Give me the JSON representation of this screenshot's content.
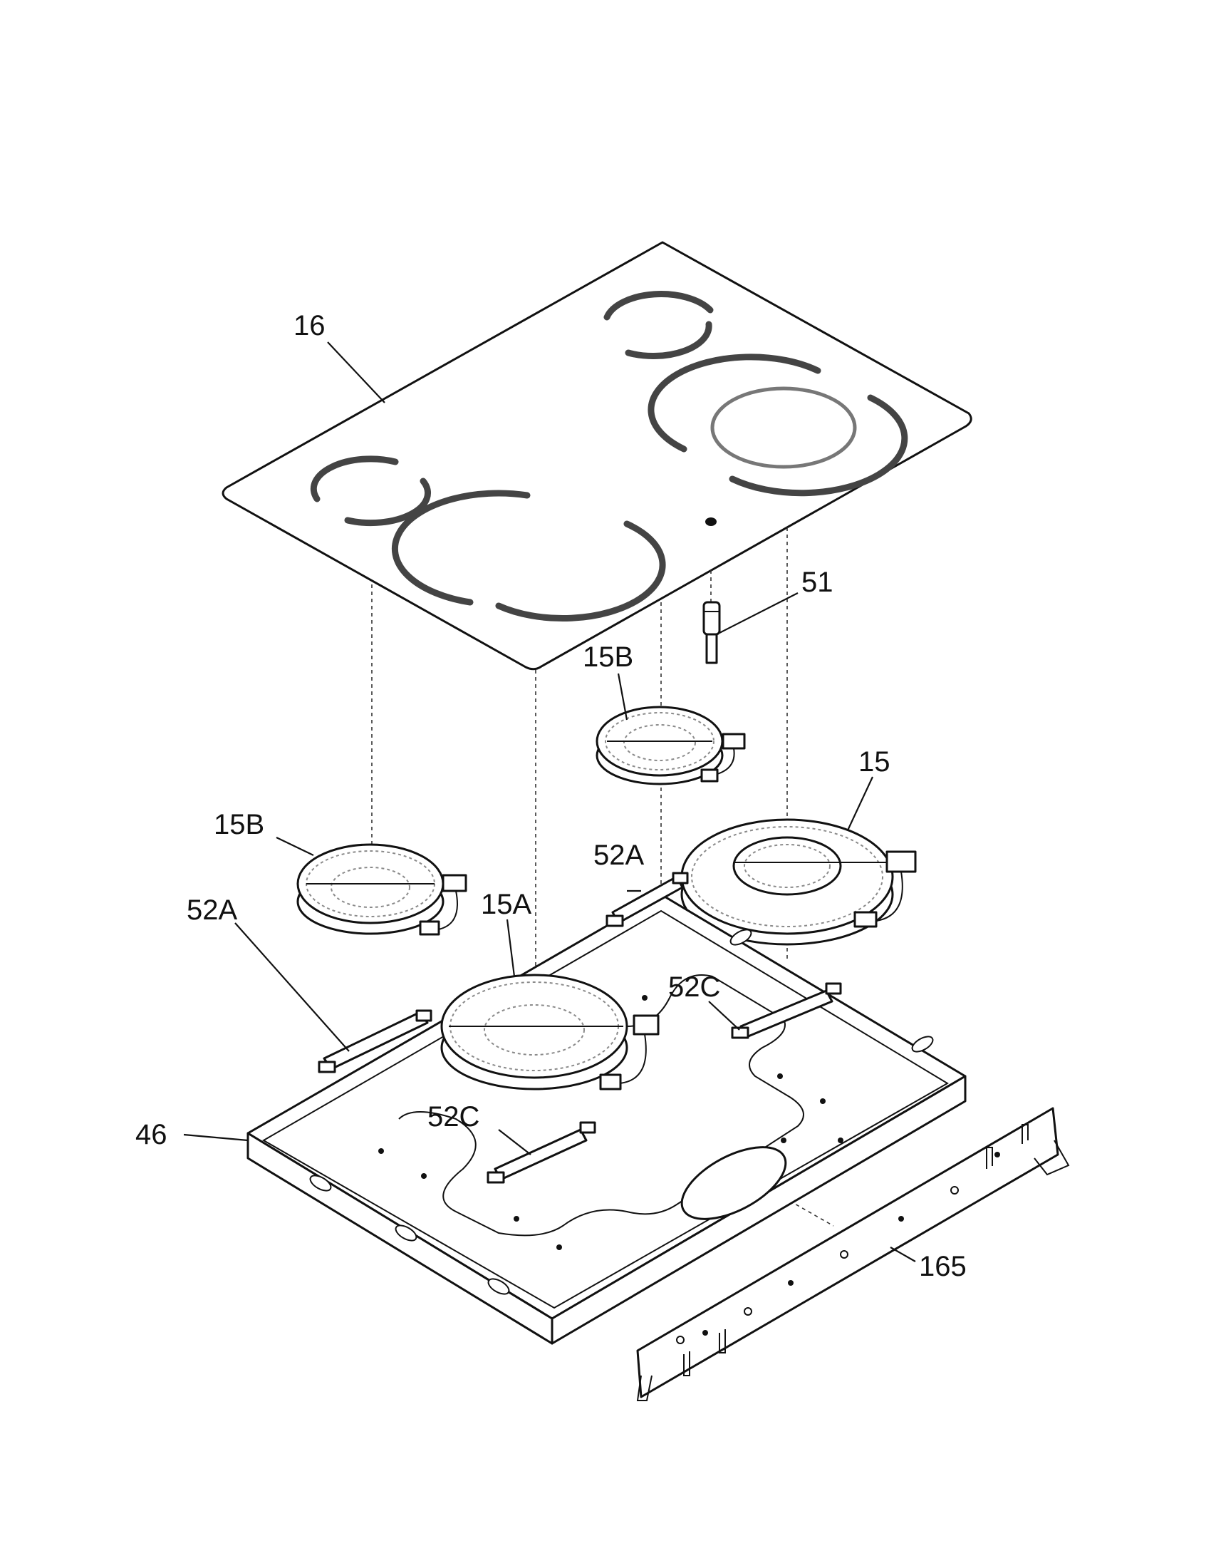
{
  "callouts": {
    "c16": "16",
    "c51": "51",
    "c15B_top": "15B",
    "c15": "15",
    "c15B_left": "15B",
    "c52A_right": "52A",
    "c15A": "15A",
    "c52A_left": "52A",
    "c52C_right": "52C",
    "c52C_left": "52C",
    "c46": "46",
    "c165": "165"
  },
  "colors": {
    "line": "#111111",
    "marking": "#444444",
    "background": "#ffffff"
  }
}
